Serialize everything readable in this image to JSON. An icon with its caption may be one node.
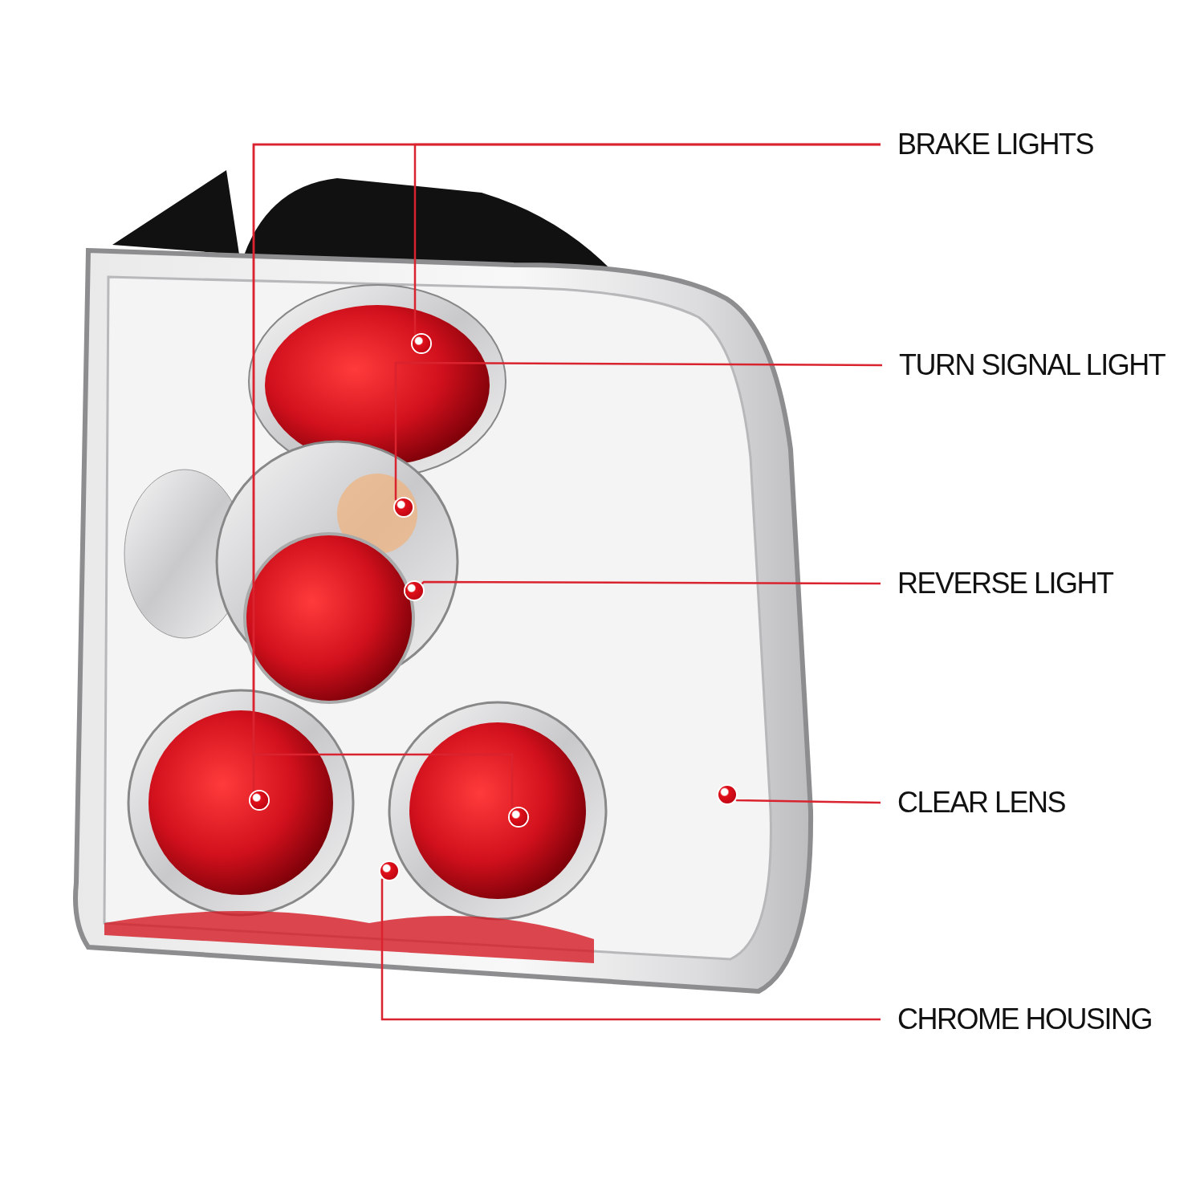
{
  "diagram": {
    "nodes": [
      {
        "text": [
          "BRAKE LIGHTS"
        ]
      },
      {
        "text": [
          "TURN SIGNAL LIGHT"
        ]
      },
      {
        "text": [
          "REVERSE LIGHT"
        ]
      },
      {
        "text": [
          "CLEAR LENS"
        ]
      },
      {
        "text": [
          "CHROME HOUSING"
        ]
      },
      {
        "text": [],
        "shape": "circle"
      },
      {
        "text": [],
        "shape": "circle"
      },
      {
        "text": [],
        "shape": "circle"
      },
      {
        "text": [],
        "shape": "circle"
      },
      {
        "text": [],
        "shape": "circle"
      },
      {
        "text": [],
        "shape": "circle"
      },
      {
        "text": [],
        "shape": "circle"
      }
    ],
    "edges": [
      {
        "from": 0,
        "to": 5,
        "arrow": "none"
      },
      {
        "from": 0,
        "to": 6,
        "arrow": "none"
      },
      {
        "from": 0,
        "to": 7,
        "arrow": "none"
      },
      {
        "from": 1,
        "to": 8,
        "arrow": "none"
      },
      {
        "from": 2,
        "to": 9,
        "arrow": "none"
      },
      {
        "from": 3,
        "to": 10,
        "arrow": "none"
      },
      {
        "from": 4,
        "to": 11,
        "arrow": "none"
      }
    ]
  }
}
